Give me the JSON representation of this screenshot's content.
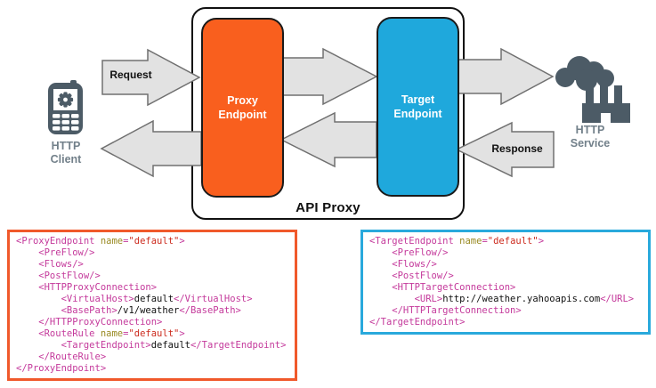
{
  "diagram": {
    "client_label": "HTTP Client",
    "service_label": "HTTP Service",
    "api_proxy_label": "API Proxy",
    "proxy_endpoint_label": "Proxy Endpoint",
    "target_endpoint_label": "Target Endpoint",
    "request_label": "Request",
    "response_label": "Response"
  },
  "colors": {
    "proxy_orange": "#F95F1E",
    "target_blue": "#1FA8DC",
    "code_border_orange": "#F0592B",
    "code_border_blue": "#29A9DC",
    "icon_slate": "#4C5B66",
    "label_gray": "#72808A",
    "arrow_fill": "#E2E2E2",
    "arrow_stroke": "#707070",
    "code_tag": "#C4399B",
    "code_attr": "#998A22",
    "code_value": "#CC2A1D",
    "code_text": "#111111"
  },
  "code_blocks": [
    {
      "name": "proxy-endpoint-xml",
      "lines": [
        [
          {
            "t": "<ProxyEndpoint ",
            "c": "tag"
          },
          {
            "t": "name",
            "c": "attr"
          },
          {
            "t": "=",
            "c": "tag"
          },
          {
            "t": "\"default\"",
            "c": "val"
          },
          {
            "t": ">",
            "c": "tag"
          }
        ],
        [
          {
            "t": "    <PreFlow/>",
            "c": "tag"
          }
        ],
        [
          {
            "t": "    <Flows/>",
            "c": "tag"
          }
        ],
        [
          {
            "t": "    <PostFlow/>",
            "c": "tag"
          }
        ],
        [
          {
            "t": "    <HTTPProxyConnection>",
            "c": "tag"
          }
        ],
        [
          {
            "t": "        <VirtualHost>",
            "c": "tag"
          },
          {
            "t": "default",
            "c": "txt"
          },
          {
            "t": "</VirtualHost>",
            "c": "tag"
          }
        ],
        [
          {
            "t": "        <BasePath>",
            "c": "tag"
          },
          {
            "t": "/v1/weather",
            "c": "txt"
          },
          {
            "t": "</BasePath>",
            "c": "tag"
          }
        ],
        [
          {
            "t": "    </HTTPProxyConnection>",
            "c": "tag"
          }
        ],
        [
          {
            "t": "    <RouteRule ",
            "c": "tag"
          },
          {
            "t": "name",
            "c": "attr"
          },
          {
            "t": "=",
            "c": "tag"
          },
          {
            "t": "\"default\"",
            "c": "val"
          },
          {
            "t": ">",
            "c": "tag"
          }
        ],
        [
          {
            "t": "        <TargetEndpoint>",
            "c": "tag"
          },
          {
            "t": "default",
            "c": "txt"
          },
          {
            "t": "</TargetEndpoint>",
            "c": "tag"
          }
        ],
        [
          {
            "t": "    </RouteRule>",
            "c": "tag"
          }
        ],
        [
          {
            "t": "</ProxyEndpoint>",
            "c": "tag"
          }
        ]
      ]
    },
    {
      "name": "target-endpoint-xml",
      "lines": [
        [
          {
            "t": "<TargetEndpoint ",
            "c": "tag"
          },
          {
            "t": "name",
            "c": "attr"
          },
          {
            "t": "=",
            "c": "tag"
          },
          {
            "t": "\"default\"",
            "c": "val"
          },
          {
            "t": ">",
            "c": "tag"
          }
        ],
        [
          {
            "t": "    <PreFlow/>",
            "c": "tag"
          }
        ],
        [
          {
            "t": "    <Flows/>",
            "c": "tag"
          }
        ],
        [
          {
            "t": "    <PostFlow/>",
            "c": "tag"
          }
        ],
        [
          {
            "t": "    <HTTPTargetConnection>",
            "c": "tag"
          }
        ],
        [
          {
            "t": "        <URL>",
            "c": "tag"
          },
          {
            "t": "http://weather.yahooapis.com",
            "c": "txt"
          },
          {
            "t": "</URL>",
            "c": "tag"
          }
        ],
        [
          {
            "t": "    </HTTPTargetConnection>",
            "c": "tag"
          }
        ],
        [
          {
            "t": "</TargetEndpoint>",
            "c": "tag"
          }
        ]
      ]
    }
  ]
}
